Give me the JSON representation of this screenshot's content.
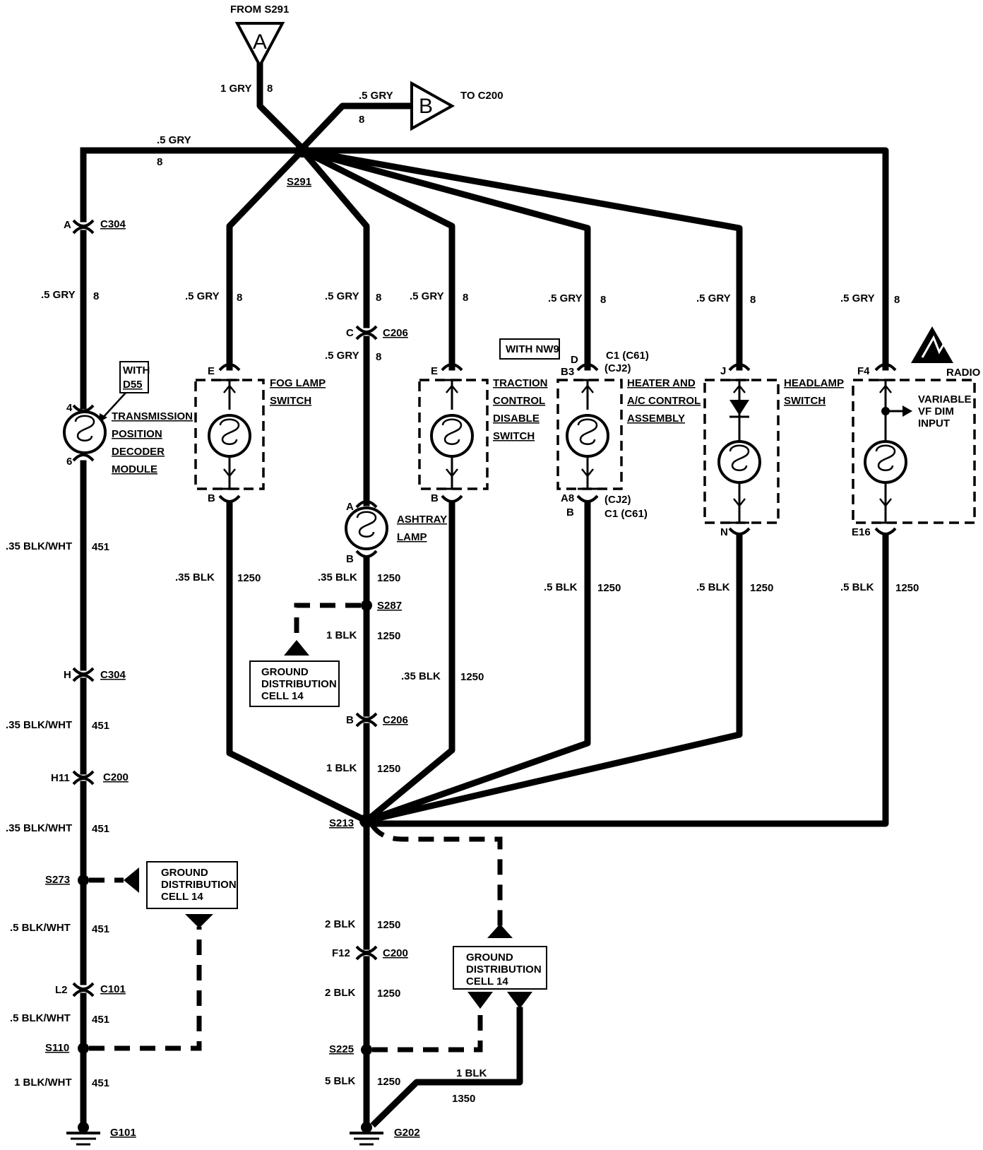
{
  "top": {
    "from": "FROM S291",
    "a_letter": "A",
    "b_letter": "B",
    "wire_in": "1 GRY",
    "wire_in_num": "8",
    "wire_b": ".5 GRY",
    "wire_b_num": "8",
    "to_c200": "TO C200",
    "bus_wire": ".5 GRY",
    "bus_num": "8",
    "splice": "S291"
  },
  "branches": {
    "trans": {
      "c304": "C304",
      "pin_a": "A",
      "wire": ".5 GRY",
      "num": "8",
      "with": "WITH",
      "opt": "D55",
      "pin_top": "4",
      "pin_bot": "6",
      "name": [
        "TRANSMISSION",
        "POSITION",
        "DECODER",
        "MODULE"
      ],
      "wire2": ".35 BLK/WHT",
      "num2": "451",
      "pin_h": "H",
      "c304b": "C304",
      "wire3": ".35 BLK/WHT",
      "num3": "451",
      "pin_h11": "H11",
      "c200": "C200",
      "wire4": ".35 BLK/WHT",
      "num4": "451",
      "s273": "S273",
      "wire5": ".5 BLK/WHT",
      "num5": "451",
      "pin_l2": "L2",
      "c101": "C101",
      "wire6": ".5 BLK/WHT",
      "num6": "451",
      "s110": "S110",
      "wire7": "1 BLK/WHT",
      "num7": "451",
      "g101": "G101"
    },
    "fog": {
      "wire": ".5 GRY",
      "num": "8",
      "pin_e": "E",
      "pin_b": "B",
      "name": [
        "FOG LAMP",
        "SWITCH"
      ],
      "wire2": ".35 BLK",
      "num2": "1250"
    },
    "ashtray": {
      "wire": ".5 GRY",
      "num": "8",
      "pin_c": "C",
      "c206": "C206",
      "wire1b": ".5 GRY",
      "num1b": "8",
      "pin_a": "A",
      "pin_b": "B",
      "name": [
        "ASHTRAY",
        "LAMP"
      ],
      "wire2": ".35 BLK",
      "num2": "1250",
      "s287": "S287",
      "wire3": "1 BLK",
      "num3": "1250",
      "pin_b2": "B",
      "c206b": "C206",
      "wire4": "1 BLK",
      "num4": "1250",
      "s213": "S213",
      "wire5": "2 BLK",
      "num5": "1250",
      "pin_f12": "F12",
      "c200": "C200",
      "wire6": "2 BLK",
      "num6": "1250",
      "s225": "S225",
      "wire7": "5 BLK",
      "num7": "1250",
      "g202": "G202",
      "wire8": "1 BLK",
      "num8": "1350"
    },
    "traction": {
      "wire": ".5 GRY",
      "num": "8",
      "pin_e": "E",
      "pin_b": "B",
      "with": "WITH NW9",
      "name": [
        "TRACTION",
        "CONTROL",
        "DISABLE",
        "SWITCH"
      ],
      "wire2": ".35 BLK",
      "num2": "1250"
    },
    "heater": {
      "wire": ".5 GRY",
      "num": "8",
      "pin_d": "D",
      "pin_b3": "B3",
      "c1": "C1 (C61)",
      "cj2": "(CJ2)",
      "pin_a8": "A8",
      "pin_b": "B",
      "cj2b": "(CJ2)",
      "c1b": "C1 (C61)",
      "name": [
        "HEATER AND",
        "A/C CONTROL",
        "ASSEMBLY"
      ],
      "wire2": ".5 BLK",
      "num2": "1250"
    },
    "headlamp": {
      "wire": ".5 GRY",
      "num": "8",
      "pin_j": "J",
      "pin_n": "N",
      "name": [
        "HEADLAMP",
        "SWITCH"
      ],
      "wire2": ".5 BLK",
      "num2": "1250"
    },
    "radio": {
      "wire": ".5 GRY",
      "num": "8",
      "pin_f4": "F4",
      "pin_e16": "E16",
      "label": "RADIO",
      "vf": [
        "VARIABLE",
        "VF DIM",
        "INPUT"
      ],
      "wire2": ".5 BLK",
      "num2": "1250"
    }
  },
  "ground_cells": {
    "cell1": [
      "GROUND",
      "DISTRIBUTION",
      "CELL 14"
    ],
    "cell2": [
      "GROUND",
      "DISTRIBUTION",
      "CELL 14"
    ],
    "cell3": [
      "GROUND",
      "DISTRIBUTION",
      "CELL 14"
    ]
  }
}
